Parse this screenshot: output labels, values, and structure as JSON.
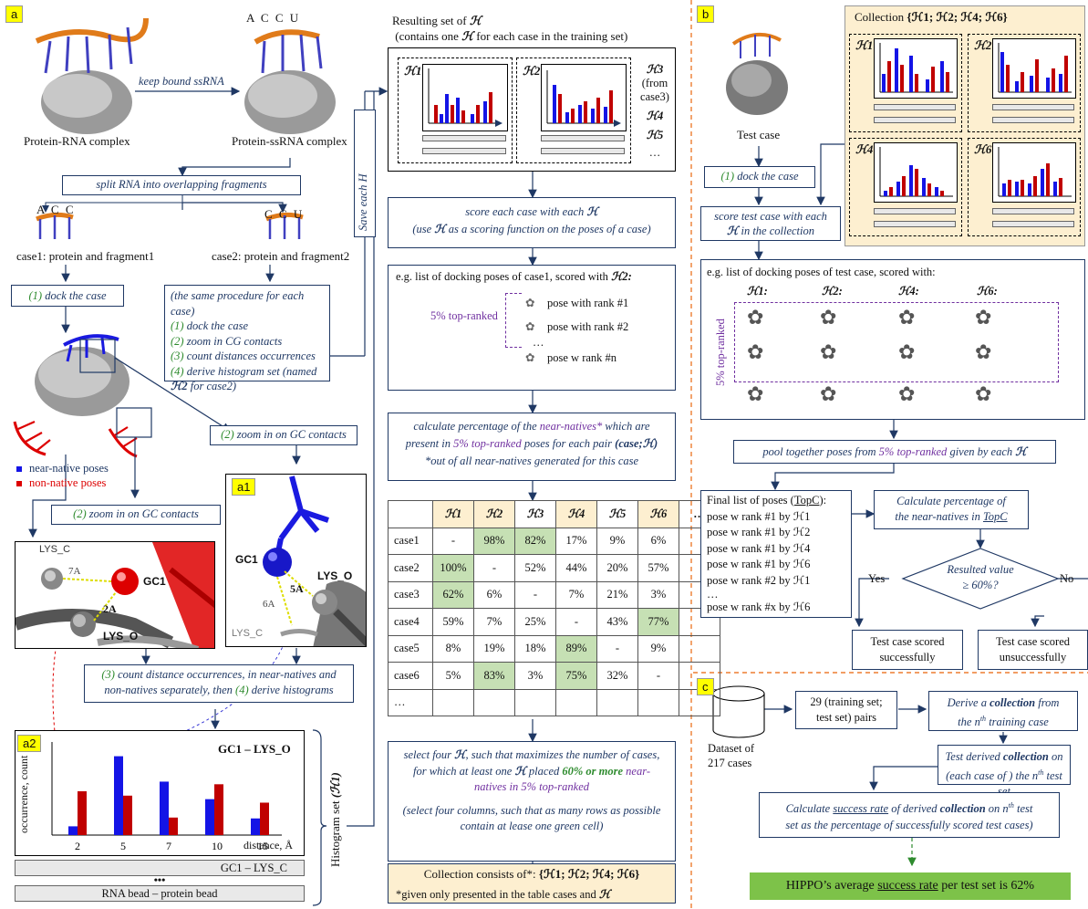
{
  "panel_a": {
    "badge": "a",
    "complex_label": "Protein-RNA complex",
    "keep_label": "keep bound ssRNA",
    "ss_complex_label": "Protein-ssRNA complex",
    "ss_letters": "A C C U",
    "split_label": "split RNA into overlapping fragments",
    "frag1_letters": "A C C",
    "frag2_letters": "C C U",
    "case1_label": "case1: protein and fragment1",
    "case2_label": "case2: protein and fragment2",
    "dock_num": "(1)",
    "dock_text": "dock the case",
    "procedure_title": "(the same procedure for each case)",
    "procedure": [
      {
        "n": "(1)",
        "t": "dock the case"
      },
      {
        "n": "(2)",
        "t": "zoom in CG contacts"
      },
      {
        "n": "(3)",
        "t": "count distances occurrences"
      },
      {
        "n": "(4)",
        "t": "derive histogram set (named"
      }
    ],
    "procedure_last": "for case2)",
    "procedure_H": "ℋ2",
    "save_each": "Save each H",
    "legend_near": "near-native poses",
    "legend_non": "non-native poses",
    "zoom_num": "(2)",
    "zoom_text": "zoom in on GC contacts",
    "zoom2_num": "(2)",
    "zoom2_text": "zoom in on GC contacts",
    "count_line1_num": "(3)",
    "count_line1": "count distance occurrences, in near-natives and",
    "count_line2": "non-natives separately, then",
    "count_line2_num": "(4)",
    "count_line2_end": "derive histograms",
    "mol_labels": {
      "lys_c": "LYS_C",
      "a7": "7A",
      "gc1": "GC1",
      "a2": "2A",
      "lys_o": "LYS_O"
    },
    "a1_badge": "a1",
    "a1_labels": {
      "gc1": "GC1",
      "a5": "5A",
      "lys_o": "LYS_O",
      "a6": "6A",
      "lys_c": "LYS_C"
    },
    "a2_badge": "a2",
    "hist_title": "GC1 – LYS_O",
    "hist_ylabel": "occurrence, count",
    "hist_xlabel": "distance, Å",
    "hist_bar2": "GC1 – LYS_C",
    "hist_dots": "•••",
    "hist_bar3": "RNA bead  – protein bead",
    "hist_set_label": "Histogram set",
    "hist_set_H": "(ℋ1)"
  },
  "chart_data": {
    "type": "bar",
    "categories": [
      "2",
      "5",
      "7",
      "10",
      "15"
    ],
    "series": [
      {
        "name": "near-native poses",
        "color": "#1414e6",
        "values": [
          1,
          9,
          6.1,
          4.1,
          1.9
        ]
      },
      {
        "name": "non-native poses",
        "color": "#c00000",
        "values": [
          5,
          4.5,
          2,
          5.8,
          3.7
        ]
      }
    ],
    "title": "GC1 – LYS_O",
    "xlabel": "distance, Å",
    "ylabel": "occurrence, count"
  },
  "middle": {
    "result_title_1": "Resulting set of",
    "result_title_H": "ℋ",
    "result_title_2": "(contains one",
    "result_title_3": "for each case in the training set)",
    "h1": "ℋ1",
    "h2": "ℋ2",
    "h3": "ℋ3",
    "h3_note1": "(from",
    "h3_note2": "case3)",
    "h4": "ℋ4",
    "h5": "ℋ5",
    "hdots": "…",
    "score_line1": "score each case with each",
    "score_line2a": "(use",
    "score_line2b": "as a scoring function on the poses of a case)",
    "poses_title": "e.g. list of docking poses of case1, scored with",
    "poses_title_H": "ℋ2:",
    "top5": "5% top-ranked",
    "pose1": "pose with rank #1",
    "pose2": "pose with rank #2",
    "pose_dots": "…",
    "posen": "pose w rank #n",
    "calc_1": "calculate percentage of  the",
    "calc_nn": "near-natives*",
    "calc_2": "which are",
    "calc_3": "present in",
    "calc_top": "5% top-ranked",
    "calc_4": "poses for each pair",
    "calc_pair": "(case;ℋ)",
    "calc_note": "*out of all near-natives generated for this case",
    "select_1": "select four",
    "select_2": ", such that maximizes the number of cases,",
    "select_3": "for which at least one",
    "select_4": "placed",
    "select_60": "60% or more",
    "select_nn": "near-",
    "select_5": "natives",
    "select_top": "in 5% top-ranked",
    "select_6": "(select four columns, such that as many rows as possible",
    "select_7": "contain at lease one green cell)",
    "collection_label": "Collection consists of*:",
    "collection_set": "{ℋ1; ℋ2; ℋ4; ℋ6}",
    "collection_note_1": "*given only presented in the table cases and",
    "collection_note_H": "ℋ"
  },
  "table": {
    "columns": [
      "ℋ1",
      "ℋ2",
      "ℋ3",
      "ℋ4",
      "ℋ5",
      "ℋ6",
      "…"
    ],
    "rows": [
      {
        "label": "case1",
        "cells": [
          "-",
          "98%",
          "82%",
          "17%",
          "9%",
          "6%",
          ""
        ]
      },
      {
        "label": "case2",
        "cells": [
          "100%",
          "-",
          "52%",
          "44%",
          "20%",
          "57%",
          ""
        ]
      },
      {
        "label": "case3",
        "cells": [
          "62%",
          "6%",
          "-",
          "7%",
          "21%",
          "3%",
          ""
        ]
      },
      {
        "label": "case4",
        "cells": [
          "59%",
          "7%",
          "25%",
          "-",
          "43%",
          "77%",
          ""
        ]
      },
      {
        "label": "case5",
        "cells": [
          "8%",
          "19%",
          "18%",
          "89%",
          "-",
          "9%",
          ""
        ]
      },
      {
        "label": "case6",
        "cells": [
          "5%",
          "83%",
          "3%",
          "75%",
          "32%",
          "-",
          ""
        ]
      },
      {
        "label": "…",
        "cells": [
          "",
          "",
          "",
          "",
          "",
          "",
          ""
        ]
      }
    ]
  },
  "panel_b": {
    "badge": "b",
    "collection_title": "Collection",
    "collection_set": "{ℋ1; ℋ2; ℋ4; ℋ6}",
    "h1": "ℋ1",
    "h2": "ℋ2",
    "h4": "ℋ4",
    "h6": "ℋ6",
    "test_case": "Test case",
    "dock_num": "(1)",
    "dock_text": "dock the case",
    "score_1": "score test case with each",
    "score_2": "in the collection",
    "poses_title": "e.g. list of docking poses of test case, scored with:",
    "col_labels": [
      "ℋ1:",
      "ℋ2:",
      "ℋ4:",
      "ℋ6:"
    ],
    "top5": "5% top-ranked",
    "pool_1": "pool together poses from",
    "pool_top": "5% top-ranked",
    "pool_2": "given by each",
    "final_title_1": "Final list of poses (",
    "final_title_u": "TopC",
    "final_title_2": "):",
    "final_items": [
      "pose w rank #1 by ℋ1",
      "pose w rank #1 by ℋ2",
      "pose w rank #1 by ℋ4",
      "pose w rank #1 by ℋ6",
      "pose w rank #2 by ℋ1",
      "…",
      "pose w rank #x by ℋ6"
    ],
    "calc_1": "Calculate percentage of",
    "calc_2": "the near-natives in",
    "calc_u": "TopC",
    "decision_1": "Resulted value",
    "decision_2": "≥ 60%?",
    "yes": "Yes",
    "no": "No",
    "succ_1": "Test case scored",
    "succ_2": "successfully",
    "unsucc_1": "Test case scored",
    "unsucc_2": "unsuccessfully"
  },
  "panel_c": {
    "badge": "c",
    "dataset_1": "Dataset of",
    "dataset_2": "217 cases",
    "pairs_1": "29 (training set;",
    "pairs_2": "test set) pairs",
    "derive_1": "Derive a",
    "derive_b": "collection",
    "derive_2": "from",
    "derive_3": "the n",
    "derive_sup": "th",
    "derive_4": "training case",
    "test_1": "Test derived",
    "test_b": "collection",
    "test_2": "on",
    "test_3": "(each case of ) the n",
    "test_sup": "th",
    "test_4": "test set",
    "calc_1": "Calculate",
    "calc_u": "success rate",
    "calc_2": "of derived",
    "calc_b": "collection",
    "calc_3": "on n",
    "calc_sup": "th",
    "calc_4": "test",
    "calc_5": "set as the percentage of successfully scored test cases)",
    "final_1": "HIPPO’s average",
    "final_u": "success rate",
    "final_2": "per test set is 62%"
  }
}
